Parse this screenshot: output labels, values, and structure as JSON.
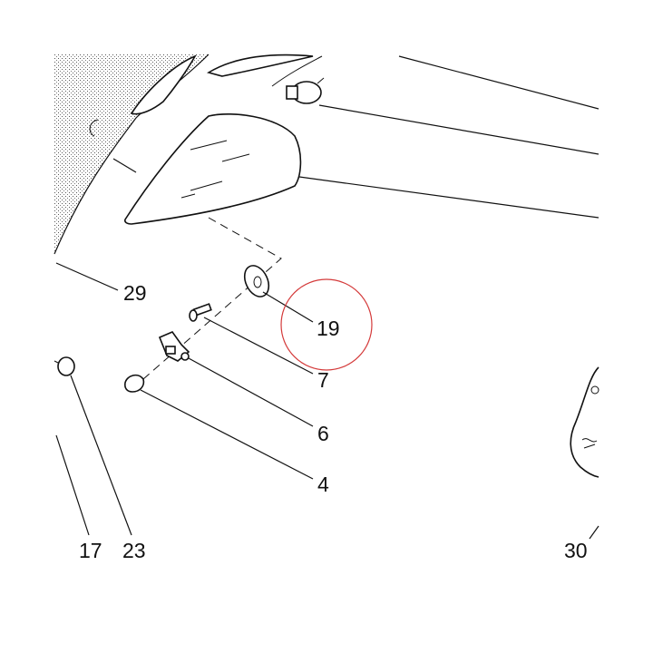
{
  "callouts": {
    "c29": "29",
    "c19": "19",
    "c7": "7",
    "c6": "6",
    "c4": "4",
    "c17": "17",
    "c23": "23",
    "c30": "30"
  },
  "highlight": {
    "label": "19",
    "color": "#d43a3a"
  },
  "colors": {
    "line": "#111111",
    "background": "#ffffff",
    "stipple": "#555555"
  }
}
